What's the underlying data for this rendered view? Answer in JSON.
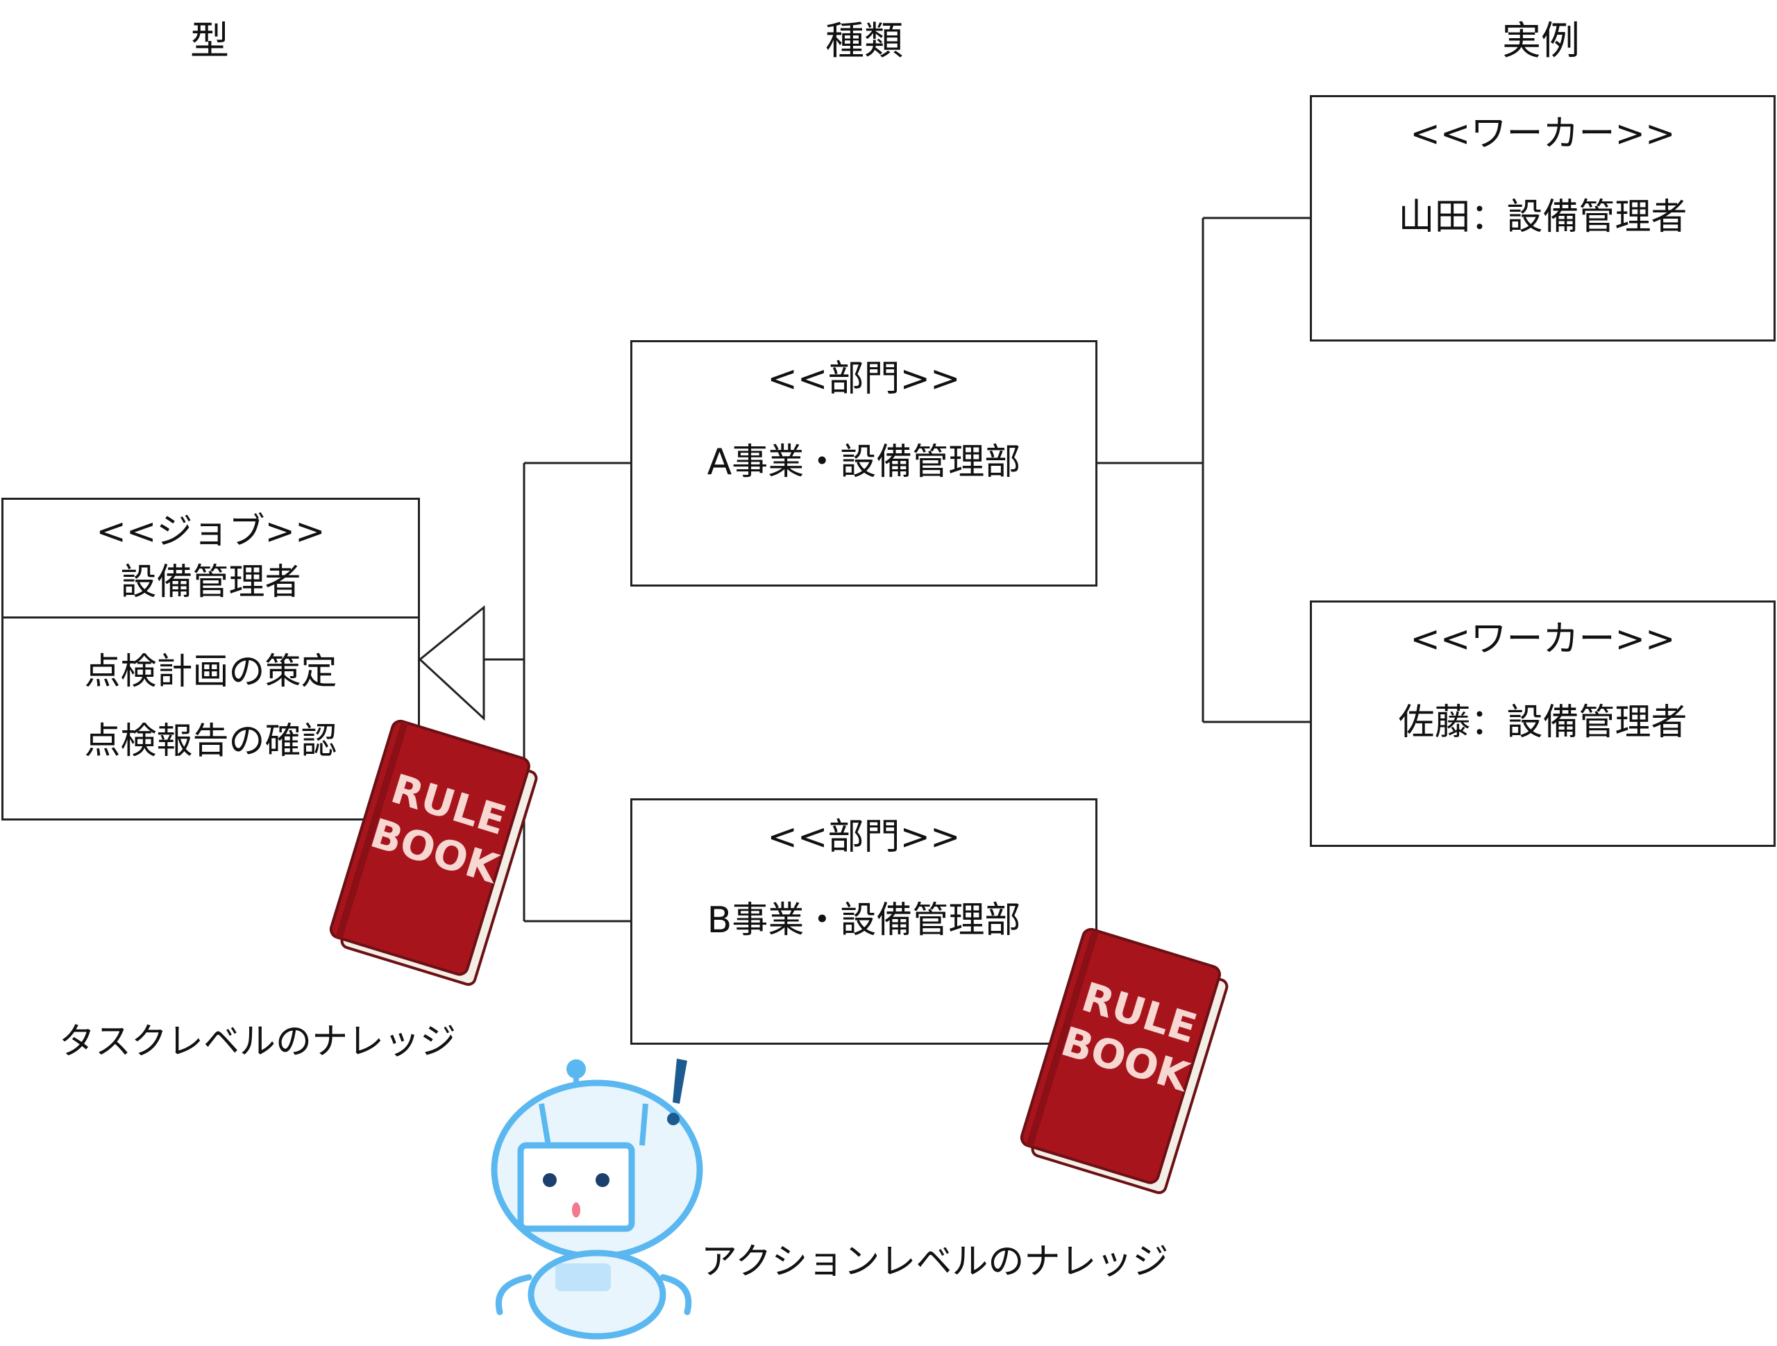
{
  "columns": {
    "type_label": "型",
    "kind_label": "種類",
    "instance_label": "実例"
  },
  "job": {
    "stereotype": "<<ジョブ>>",
    "name": "設備管理者",
    "methods": [
      "点検計画の策定",
      "点検報告の確認"
    ]
  },
  "departments": [
    {
      "stereotype": "<<部門>>",
      "name": "A事業・設備管理部"
    },
    {
      "stereotype": "<<部門>>",
      "name": "B事業・設備管理部"
    }
  ],
  "workers": [
    {
      "stereotype": "<<ワーカー>>",
      "name": "山田：設備管理者"
    },
    {
      "stereotype": "<<ワーカー>>",
      "name": "佐藤：設備管理者"
    }
  ],
  "rulebook": {
    "line1": "RULE",
    "line2": "BOOK"
  },
  "captions": {
    "task_knowledge": "タスクレベルのナレッジ",
    "action_knowledge": "アクションレベルのナレッジ"
  },
  "colors": {
    "book_red": "#a8141c",
    "book_text": "#f6d7d2",
    "robot_blue": "#5bb7f0",
    "robot_fill": "#e9f5fd",
    "alert_blue": "#1c5b8f"
  },
  "icons": [
    "rulebook-icon",
    "robot-icon",
    "exclamation-icon",
    "inheritance-triangle-icon"
  ]
}
